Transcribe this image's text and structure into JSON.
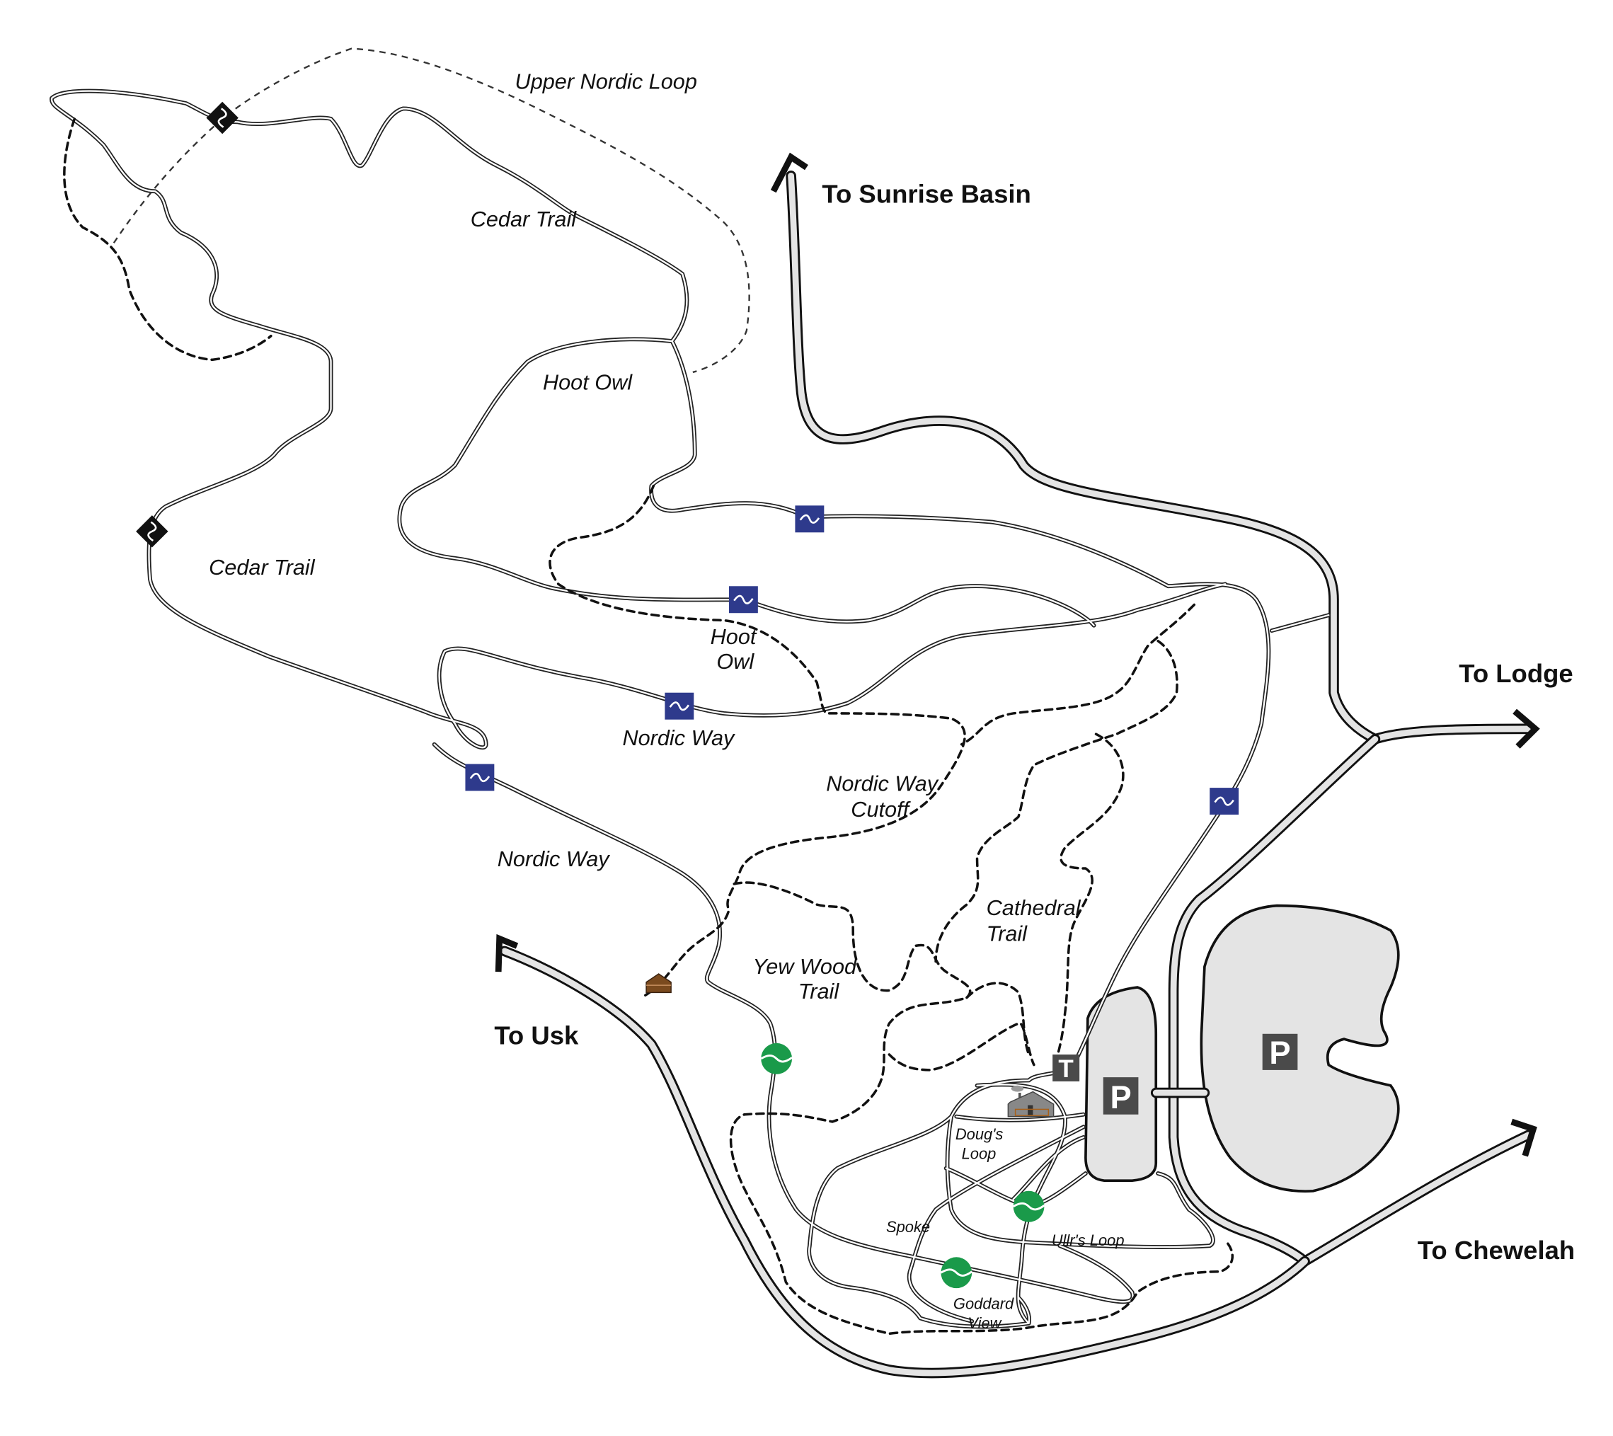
{
  "destinations": {
    "sunrise": "To Sunrise Basin",
    "lodge": "To Lodge",
    "usk": "To Usk",
    "chewelah": "To Chewelah"
  },
  "trail_labels": {
    "upper_nordic_loop": "Upper Nordic Loop",
    "cedar_trail_top": "Cedar Trail",
    "cedar_trail_left": "Cedar Trail",
    "hoot_owl_top": "Hoot Owl",
    "hoot_owl_mid_1": "Hoot",
    "hoot_owl_mid_2": "Owl",
    "nordic_way_mid": "Nordic Way",
    "nordic_way_low": "Nordic Way",
    "nordic_way_cutoff_1": "Nordic Way",
    "nordic_way_cutoff_2": "Cutoff",
    "cathedral_1": "Cathedral",
    "cathedral_2": "Trail",
    "yew_wood_1": "Yew Wood",
    "yew_wood_2": "Trail",
    "dougs_1": "Doug's",
    "dougs_2": "Loop",
    "spoke": "Spoke",
    "ullrs": "Ullr's Loop",
    "goddard_1": "Goddard",
    "goddard_2": "View"
  },
  "signs": {
    "parking": "P",
    "trailhead": "T"
  },
  "colors": {
    "intermediate": "#2e3a8c",
    "easiest": "#1a9a4a",
    "difficult": "#111111",
    "road_fill": "#e4e4e4",
    "sign_bg": "#4a4a4a",
    "cabin": "#7a4a1e"
  }
}
